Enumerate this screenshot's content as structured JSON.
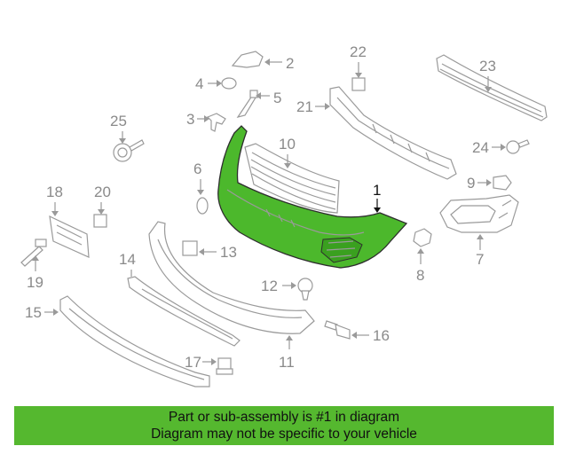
{
  "callouts": {
    "c1": "1",
    "c2": "2",
    "c3": "3",
    "c4": "4",
    "c5": "5",
    "c6": "6",
    "c7": "7",
    "c8": "8",
    "c9": "9",
    "c10": "10",
    "c11": "11",
    "c12": "12",
    "c13": "13",
    "c15": "15",
    "c14": "14",
    "c16": "16",
    "c17": "17",
    "c18": "18",
    "c19": "19",
    "c20": "20",
    "c21": "21",
    "c22": "22",
    "c23": "23",
    "c24": "24",
    "c25": "25"
  },
  "colors": {
    "highlight_part": "#4cb82c",
    "banner_bg": "#55b82f",
    "line_art": "#9a9a9a"
  },
  "banner": {
    "line1": "Part or sub-assembly is #1 in diagram",
    "line2": "Diagram may not be specific to your vehicle"
  }
}
